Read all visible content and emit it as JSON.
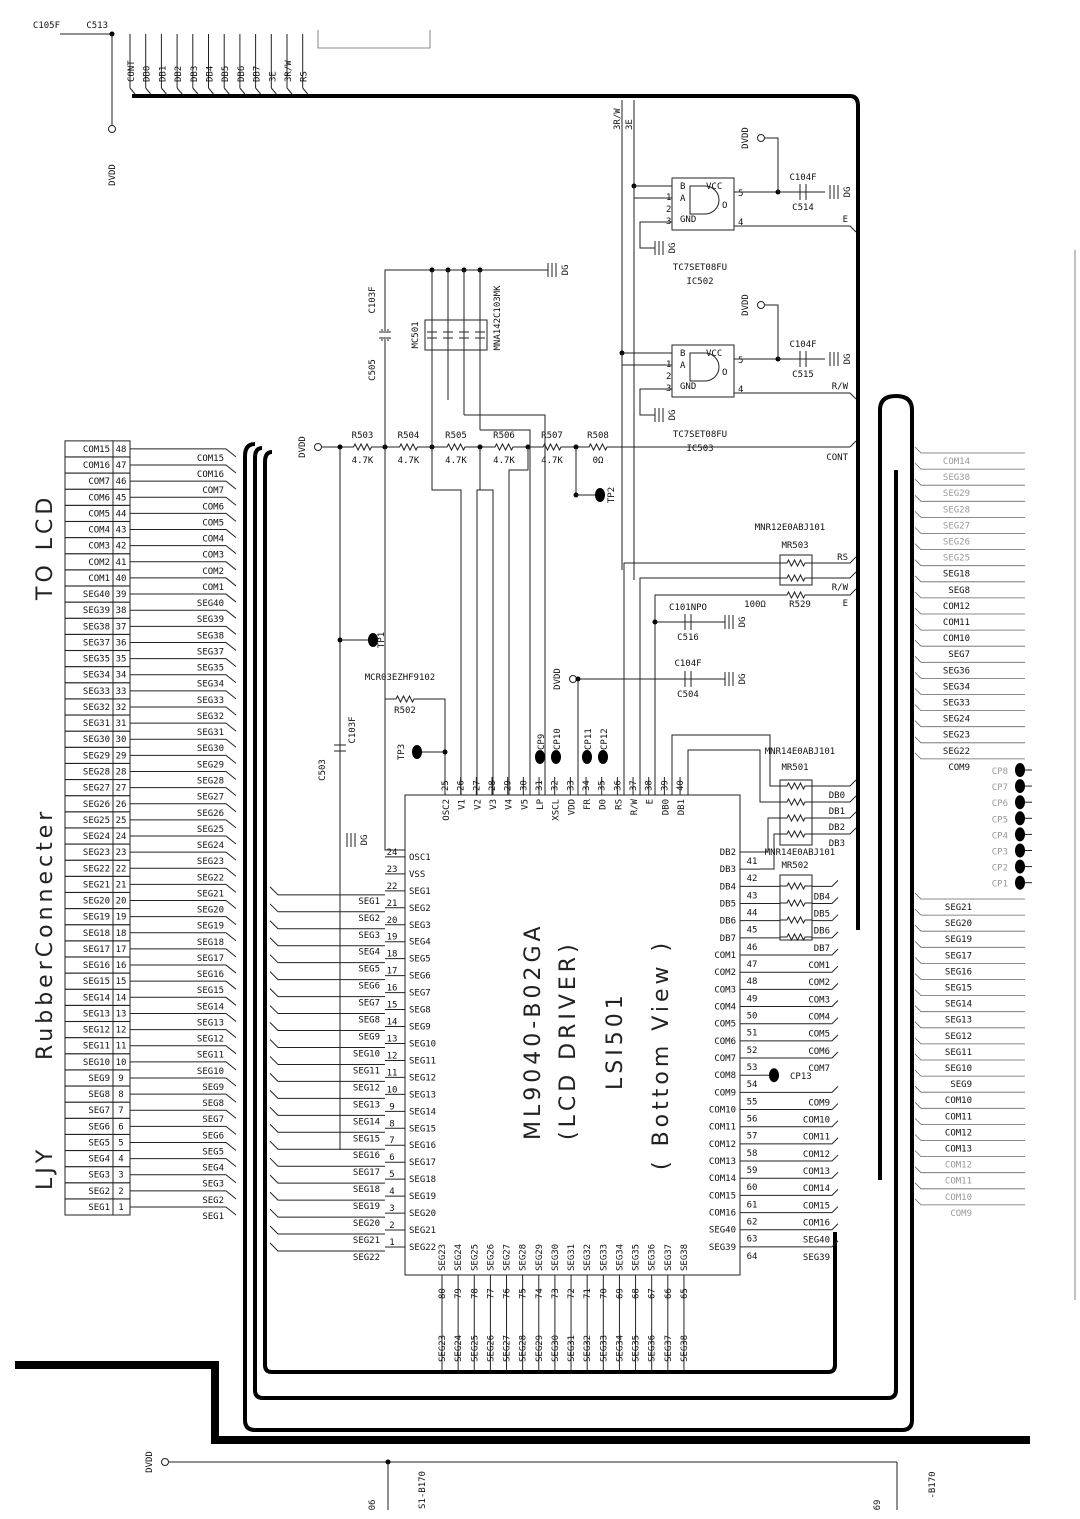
{
  "bus": {
    "dvdd": "DVDD",
    "cap_labels": [
      "C513",
      "C105F"
    ],
    "labels": [
      "CONT",
      "DB0",
      "DB1",
      "DB2",
      "DB3",
      "DB4",
      "DB5",
      "DB6",
      "DB7",
      "3E",
      "3R/W",
      "RS"
    ]
  },
  "ground": "DG",
  "connector": {
    "title": "LJY",
    "name": "RubberConnecter",
    "dest": "TO LCD",
    "pins": [
      {
        "n": "1",
        "label": "SEG1"
      },
      {
        "n": "2",
        "label": "SEG2"
      },
      {
        "n": "3",
        "label": "SEG3"
      },
      {
        "n": "4",
        "label": "SEG4"
      },
      {
        "n": "5",
        "label": "SEG5"
      },
      {
        "n": "6",
        "label": "SEG6"
      },
      {
        "n": "7",
        "label": "SEG7"
      },
      {
        "n": "8",
        "label": "SEG8"
      },
      {
        "n": "9",
        "label": "SEG9"
      },
      {
        "n": "10",
        "label": "SEG10"
      },
      {
        "n": "11",
        "label": "SEG11"
      },
      {
        "n": "12",
        "label": "SEG12"
      },
      {
        "n": "13",
        "label": "SEG13"
      },
      {
        "n": "14",
        "label": "SEG14"
      },
      {
        "n": "15",
        "label": "SEG15"
      },
      {
        "n": "16",
        "label": "SEG16"
      },
      {
        "n": "17",
        "label": "SEG17"
      },
      {
        "n": "18",
        "label": "SEG18"
      },
      {
        "n": "19",
        "label": "SEG19"
      },
      {
        "n": "20",
        "label": "SEG20"
      },
      {
        "n": "21",
        "label": "SEG21"
      },
      {
        "n": "22",
        "label": "SEG22"
      },
      {
        "n": "23",
        "label": "SEG23"
      },
      {
        "n": "24",
        "label": "SEG24"
      },
      {
        "n": "25",
        "label": "SEG25"
      },
      {
        "n": "26",
        "label": "SEG26"
      },
      {
        "n": "27",
        "label": "SEG27"
      },
      {
        "n": "28",
        "label": "SEG28"
      },
      {
        "n": "29",
        "label": "SEG29"
      },
      {
        "n": "30",
        "label": "SEG30"
      },
      {
        "n": "31",
        "label": "SEG31"
      },
      {
        "n": "32",
        "label": "SEG32"
      },
      {
        "n": "33",
        "label": "SEG33"
      },
      {
        "n": "34",
        "label": "SEG34"
      },
      {
        "n": "35",
        "label": "SEG35"
      },
      {
        "n": "36",
        "label": "SEG37"
      },
      {
        "n": "37",
        "label": "SEG38"
      },
      {
        "n": "38",
        "label": "SEG39"
      },
      {
        "n": "39",
        "label": "SEG40"
      },
      {
        "n": "40",
        "label": "COM1"
      },
      {
        "n": "41",
        "label": "COM2"
      },
      {
        "n": "42",
        "label": "COM3"
      },
      {
        "n": "43",
        "label": "COM4"
      },
      {
        "n": "44",
        "label": "COM5"
      },
      {
        "n": "45",
        "label": "COM6"
      },
      {
        "n": "46",
        "label": "COM7"
      },
      {
        "n": "47",
        "label": "COM16"
      },
      {
        "n": "48",
        "label": "COM15"
      }
    ]
  },
  "resistor_chain": {
    "dvdd": "DVDD",
    "resistors": [
      {
        "ref": "R503",
        "value": "4.7K"
      },
      {
        "ref": "R504",
        "value": "4.7K"
      },
      {
        "ref": "R505",
        "value": "4.7K"
      },
      {
        "ref": "R506",
        "value": "4.7K"
      },
      {
        "ref": "R507",
        "value": "4.7K"
      },
      {
        "ref": "R508",
        "value": "0Ω"
      }
    ],
    "out_label": "CONT"
  },
  "c505": {
    "ref": "C505",
    "value": "C103F"
  },
  "mc501": {
    "ref": "MC501",
    "part": "MNA142C103MK"
  },
  "ics": [
    {
      "ref": "IC502",
      "part": "TC7SET08FU",
      "cap_ref": "C514",
      "cap_value": "C104F",
      "dvdd": "DVDD",
      "output": "E",
      "pins": {
        "b": "B",
        "a": "A",
        "gnd": "GND",
        "vcc": "VCC",
        "o": "O",
        "p1": "1",
        "p2": "2",
        "p3": "3",
        "p4": "4",
        "p5": "5"
      }
    },
    {
      "ref": "IC503",
      "part": "TC7SET08FU",
      "cap_ref": "C515",
      "cap_value": "C104F",
      "dvdd": "DVDD",
      "output": "R/W",
      "pins": {
        "b": "B",
        "a": "A",
        "gnd": "GND",
        "vcc": "VCC",
        "o": "O",
        "p1": "1",
        "p2": "2",
        "p3": "3",
        "p4": "4",
        "p5": "5"
      }
    }
  ],
  "vertical_signals": [
    "3R/W",
    "3E"
  ],
  "tp2": "TP2",
  "mr503": {
    "ref": "MR503",
    "part": "MNR12E0ABJ101",
    "signals": [
      "RS",
      "R/W"
    ]
  },
  "r529": {
    "ref": "R529",
    "value": "100Ω",
    "signal": "E"
  },
  "c516": {
    "ref": "C516",
    "value": "C101NPO"
  },
  "c504": {
    "ref": "C504",
    "value": "C104F",
    "dvdd": "DVDD"
  },
  "tp1": "TP1",
  "r502": {
    "ref": "R502",
    "part": "MCR03EZHF9102"
  },
  "c503": {
    "ref": "C503",
    "value": "C103F"
  },
  "tp3": "TP3",
  "cps_top": [
    "CP9",
    "CP10",
    "CP11",
    "CP12"
  ],
  "cp13": "CP13",
  "mr501": {
    "ref": "MR501",
    "part": "MNR14E0ABJ101",
    "signals": [
      "DB0",
      "DB1",
      "DB2",
      "DB3"
    ]
  },
  "mr502": {
    "ref": "MR502",
    "part": "MNR14E0ABJ101"
  },
  "chip": {
    "part": "ML9040-B02GA",
    "function": "(LCD DRIVER)",
    "ref": "LSI501",
    "view": "( Bottom View )",
    "top_pins": [
      {
        "n": "25",
        "label": "OSC2"
      },
      {
        "n": "26",
        "label": "V1"
      },
      {
        "n": "27",
        "label": "V2"
      },
      {
        "n": "28",
        "label": "V3"
      },
      {
        "n": "29",
        "label": "V4"
      },
      {
        "n": "30",
        "label": "V5"
      },
      {
        "n": "31",
        "label": "LP"
      },
      {
        "n": "32",
        "label": "XSCL"
      },
      {
        "n": "33",
        "label": "VDD"
      },
      {
        "n": "34",
        "label": "FR"
      },
      {
        "n": "35",
        "label": "D0"
      },
      {
        "n": "36",
        "label": "RS"
      },
      {
        "n": "37",
        "label": "R/W"
      },
      {
        "n": "38",
        "label": "E"
      },
      {
        "n": "39",
        "label": "DB0"
      },
      {
        "n": "40",
        "label": "DB1"
      }
    ],
    "left_pins": [
      {
        "n": "1",
        "label": "SEG22"
      },
      {
        "n": "2",
        "label": "SEG21"
      },
      {
        "n": "3",
        "label": "SEG20"
      },
      {
        "n": "4",
        "label": "SEG19"
      },
      {
        "n": "5",
        "label": "SEG18"
      },
      {
        "n": "6",
        "label": "SEG17"
      },
      {
        "n": "7",
        "label": "SEG16"
      },
      {
        "n": "8",
        "label": "SEG15"
      },
      {
        "n": "9",
        "label": "SEG14"
      },
      {
        "n": "10",
        "label": "SEG13"
      },
      {
        "n": "11",
        "label": "SEG12"
      },
      {
        "n": "12",
        "label": "SEG11"
      },
      {
        "n": "13",
        "label": "SEG10"
      },
      {
        "n": "14",
        "label": "SEG9"
      },
      {
        "n": "15",
        "label": "SEG8"
      },
      {
        "n": "16",
        "label": "SEG7"
      },
      {
        "n": "17",
        "label": "SEG6"
      },
      {
        "n": "18",
        "label": "SEG5"
      },
      {
        "n": "19",
        "label": "SEG4"
      },
      {
        "n": "20",
        "label": "SEG3"
      },
      {
        "n": "21",
        "label": "SEG2"
      },
      {
        "n": "22",
        "label": "SEG1"
      },
      {
        "n": "23",
        "label": "VSS"
      },
      {
        "n": "24",
        "label": "OSC1"
      }
    ],
    "left_outside": [
      "SEG22",
      "SEG21",
      "SEG20",
      "SEG19",
      "SEG18",
      "SEG17",
      "SEG16",
      "SEG15",
      "SEG14",
      "SEG13",
      "SEG12",
      "SEG11",
      "SEG10",
      "SEG9",
      "SEG8",
      "SEG7",
      "SEG6",
      "SEG5",
      "SEG4",
      "SEG3",
      "SEG2",
      "SEG1"
    ],
    "right_pins": [
      {
        "n": "41",
        "label": "DB2"
      },
      {
        "n": "42",
        "label": "DB3"
      },
      {
        "n": "43",
        "label": "DB4"
      },
      {
        "n": "44",
        "label": "DB5"
      },
      {
        "n": "45",
        "label": "DB6"
      },
      {
        "n": "46",
        "label": "DB7"
      },
      {
        "n": "47",
        "label": "COM1"
      },
      {
        "n": "48",
        "label": "COM2"
      },
      {
        "n": "49",
        "label": "COM3"
      },
      {
        "n": "50",
        "label": "COM4"
      },
      {
        "n": "51",
        "label": "COM5"
      },
      {
        "n": "52",
        "label": "COM6"
      },
      {
        "n": "53",
        "label": "COM7"
      },
      {
        "n": "54",
        "label": "COM8"
      },
      {
        "n": "55",
        "label": "COM9"
      },
      {
        "n": "56",
        "label": "COM10"
      },
      {
        "n": "57",
        "label": "COM11"
      },
      {
        "n": "58",
        "label": "COM12"
      },
      {
        "n": "59",
        "label": "COM13"
      },
      {
        "n": "60",
        "label": "COM14"
      },
      {
        "n": "61",
        "label": "COM15"
      },
      {
        "n": "62",
        "label": "COM16"
      },
      {
        "n": "63",
        "label": "SEG40"
      },
      {
        "n": "64",
        "label": "SEG39"
      }
    ],
    "right_outside": [
      "",
      "",
      "DB4",
      "DB5",
      "DB6",
      "DB7",
      "COM1",
      "COM2",
      "COM3",
      "COM4",
      "COM5",
      "COM6",
      "COM7",
      "",
      "COM9",
      "COM10",
      "COM11",
      "COM12",
      "COM13",
      "COM14",
      "COM15",
      "COM16",
      "SEG40",
      "SEG39"
    ],
    "bottom_pins": [
      {
        "n": "80",
        "label": "SEG23"
      },
      {
        "n": "79",
        "label": "SEG24"
      },
      {
        "n": "78",
        "label": "SEG25"
      },
      {
        "n": "77",
        "label": "SEG26"
      },
      {
        "n": "76",
        "label": "SEG27"
      },
      {
        "n": "75",
        "label": "SEG28"
      },
      {
        "n": "74",
        "label": "SEG29"
      },
      {
        "n": "73",
        "label": "SEG30"
      },
      {
        "n": "72",
        "label": "SEG31"
      },
      {
        "n": "71",
        "label": "SEG32"
      },
      {
        "n": "70",
        "label": "SEG33"
      },
      {
        "n": "69",
        "label": "SEG34"
      },
      {
        "n": "68",
        "label": "SEG35"
      },
      {
        "n": "67",
        "label": "SEG36"
      },
      {
        "n": "66",
        "label": "SEG37"
      },
      {
        "n": "65",
        "label": "SEG38"
      }
    ],
    "bottom_outside": [
      "SEG23",
      "SEG24",
      "SEG25",
      "SEG26",
      "SEG27",
      "SEG28",
      "SEG29",
      "SEG30",
      "SEG31",
      "SEG32",
      "SEG33",
      "SEG34",
      "SEG35",
      "SEG36",
      "SEG37",
      "SEG38"
    ]
  },
  "right_edge": {
    "upper": [
      "COM14",
      "SEG30",
      "SEG29",
      "SEG28",
      "SEG27",
      "SEG26",
      "SEG25",
      "SEG18",
      "SEG8",
      "COM12",
      "COM11",
      "COM10",
      "SEG7",
      "SEG36",
      "SEG34",
      "SEG33",
      "SEG24",
      "SEG23",
      "SEG22",
      "COM9"
    ],
    "test_points": [
      "CP8",
      "CP7",
      "CP6",
      "CP5",
      "CP4",
      "CP3",
      "CP2",
      "CP1"
    ],
    "lower": [
      "SEG21",
      "SEG20",
      "SEG19",
      "SEG17",
      "SEG16",
      "SEG15",
      "SEG14",
      "SEG13",
      "SEG12",
      "SEG11",
      "SEG10",
      "SEG9",
      "COM10",
      "COM11",
      "COM12",
      "COM13",
      "COM12",
      "COM11",
      "COM10",
      "COM9"
    ]
  },
  "bottom": {
    "dvdd": "DVDD",
    "refs": [
      "S1-B170",
      "-B170"
    ],
    "partial": [
      "06",
      "69"
    ]
  }
}
